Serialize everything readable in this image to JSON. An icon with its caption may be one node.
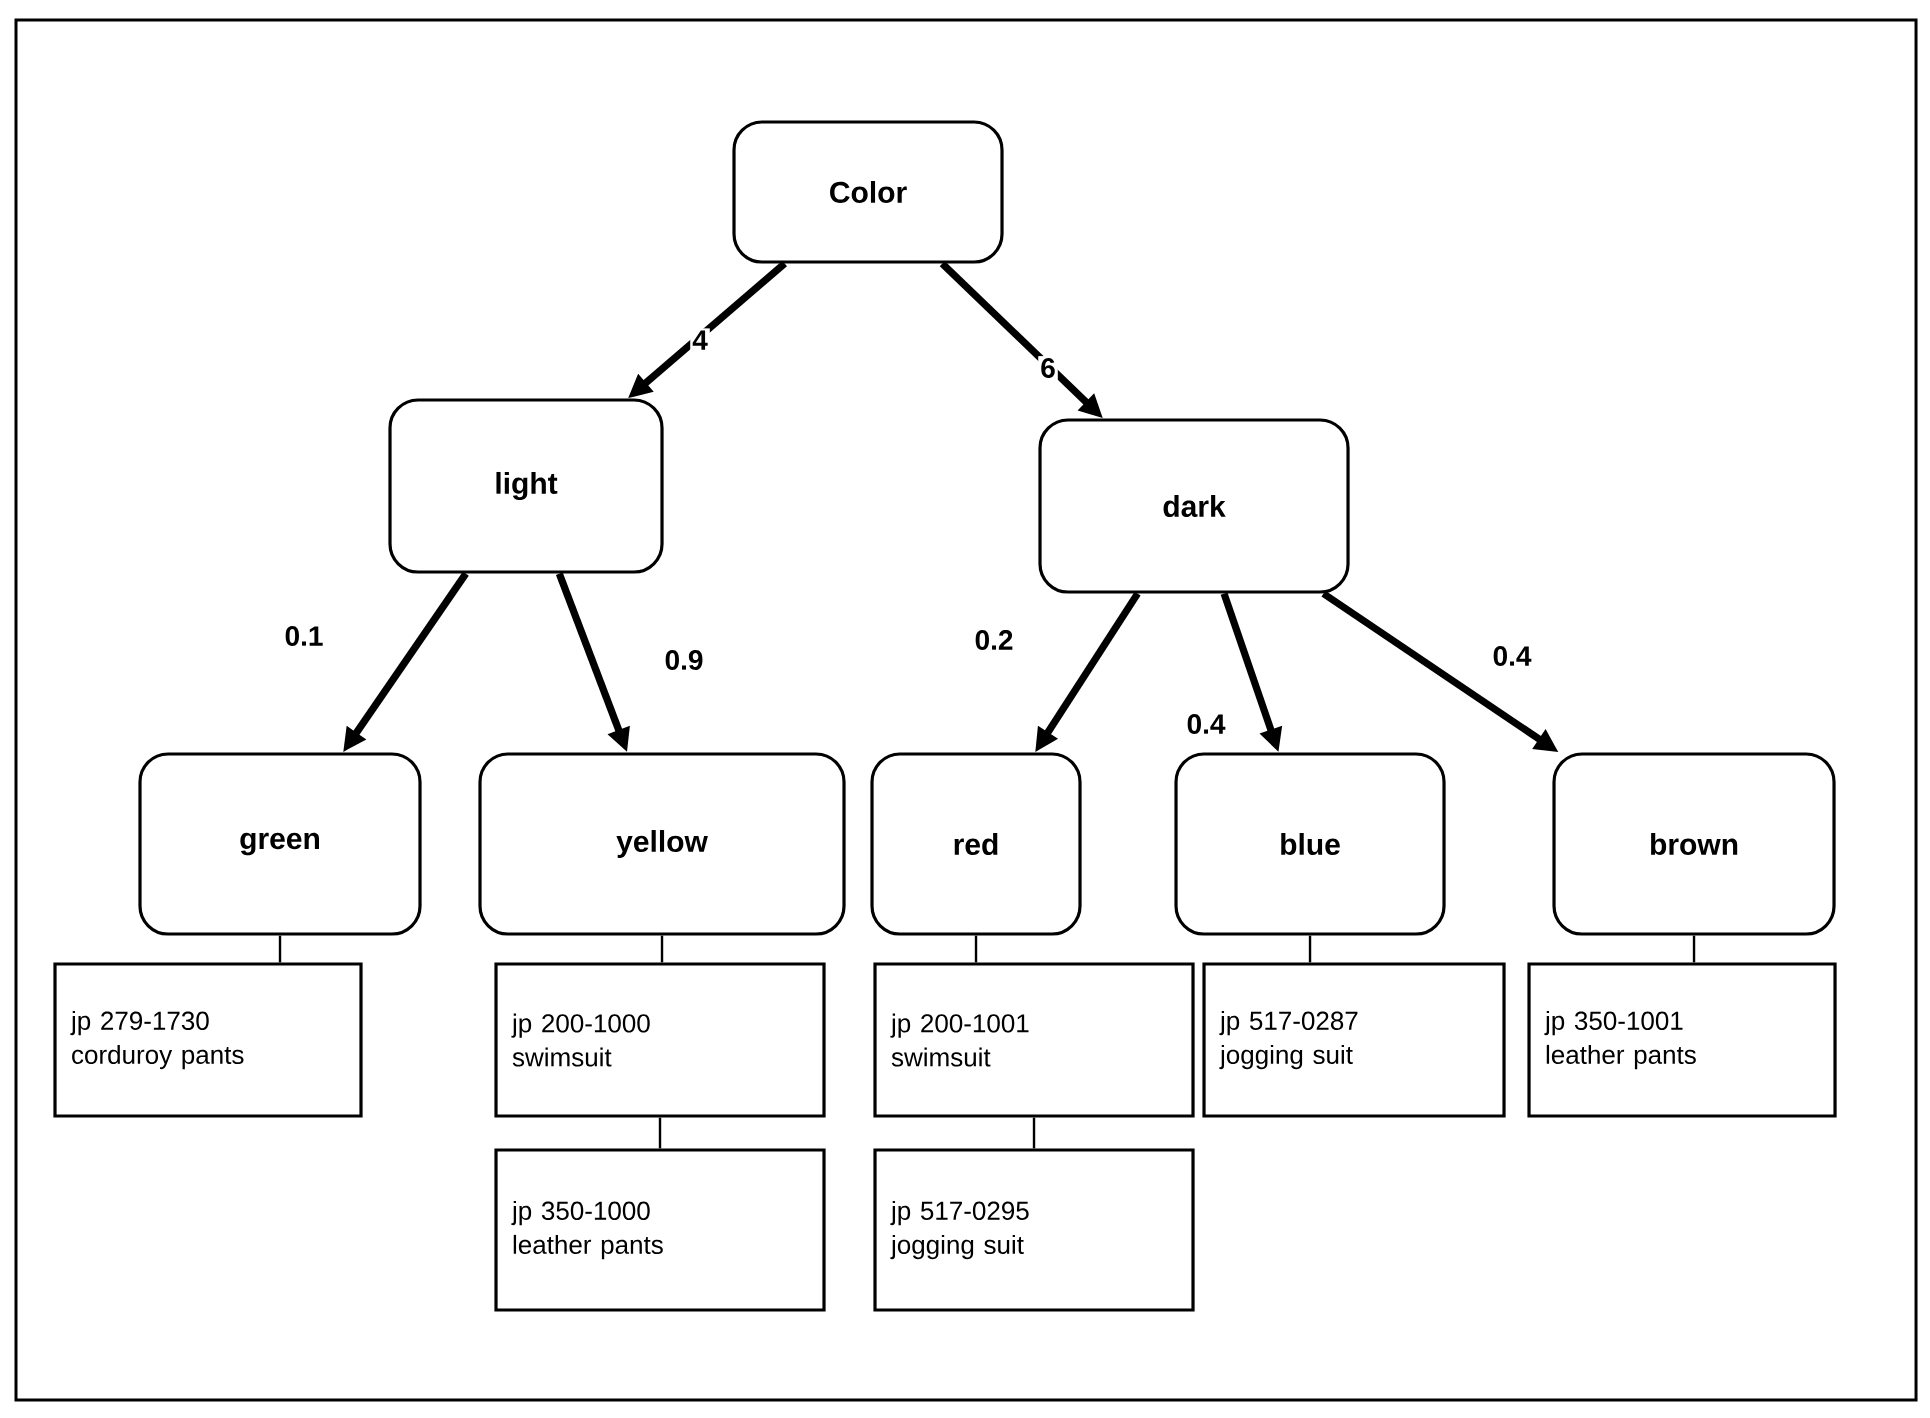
{
  "diagram": {
    "nodes": [
      {
        "text": [
          "Color"
        ]
      },
      {
        "text": [
          "light"
        ]
      },
      {
        "text": [
          "dark"
        ]
      },
      {
        "text": [
          "green"
        ]
      },
      {
        "text": [
          "yellow"
        ]
      },
      {
        "text": [
          "red"
        ]
      },
      {
        "text": [
          "blue"
        ]
      },
      {
        "text": [
          "brown"
        ]
      },
      {
        "text": [
          "jp 279-1730",
          "corduroy pants"
        ]
      },
      {
        "text": [
          "jp 200-1000",
          "swimsuit"
        ]
      },
      {
        "text": [
          "jp 350-1000",
          "leather pants"
        ]
      },
      {
        "text": [
          "jp 200-1001",
          "swimsuit"
        ]
      },
      {
        "text": [
          "jp 517-0295",
          "jogging suit"
        ]
      },
      {
        "text": [
          "jp 517-0287",
          "jogging suit"
        ]
      },
      {
        "text": [
          "jp 350-1001",
          "leather pants"
        ]
      }
    ],
    "edges": [
      {
        "from": 0,
        "to": 1,
        "arrow": "to",
        "label": "4",
        "style": "thick"
      },
      {
        "from": 0,
        "to": 2,
        "arrow": "to",
        "label": "6",
        "style": "thick"
      },
      {
        "from": 1,
        "to": 3,
        "arrow": "to",
        "label": "0.1",
        "style": "thick"
      },
      {
        "from": 1,
        "to": 4,
        "arrow": "to",
        "label": "0.9",
        "style": "thick"
      },
      {
        "from": 2,
        "to": 5,
        "arrow": "to",
        "label": "0.2",
        "style": "thick"
      },
      {
        "from": 2,
        "to": 6,
        "arrow": "to",
        "label": "0.4",
        "style": "thick"
      },
      {
        "from": 2,
        "to": 7,
        "arrow": "to",
        "label": "0.4",
        "style": "thick"
      },
      {
        "from": 3,
        "to": 8,
        "arrow": "none"
      },
      {
        "from": 4,
        "to": 9,
        "arrow": "none"
      },
      {
        "from": 9,
        "to": 10,
        "arrow": "none"
      },
      {
        "from": 5,
        "to": 11,
        "arrow": "none"
      },
      {
        "from": 11,
        "to": 12,
        "arrow": "none"
      },
      {
        "from": 6,
        "to": 13,
        "arrow": "none"
      },
      {
        "from": 7,
        "to": 14,
        "arrow": "none"
      }
    ]
  }
}
